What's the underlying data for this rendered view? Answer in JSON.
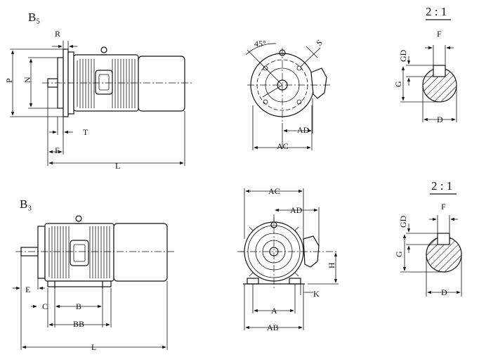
{
  "views": {
    "b5": {
      "title": "B₅",
      "labels": {
        "R": "R",
        "P": "P",
        "N": "N",
        "T": "T",
        "E": "E",
        "L": "L"
      }
    },
    "b5_end": {
      "labels": {
        "angle": "45°",
        "S": "S",
        "AD": "AD",
        "AC": "AC"
      }
    },
    "shaft_top": {
      "scale": "2 : 1",
      "labels": {
        "F": "F",
        "GD": "GD",
        "G": "G",
        "D": "D"
      }
    },
    "b3": {
      "title": "B₃",
      "labels": {
        "E": "E",
        "C": "C",
        "B": "B",
        "BB": "BB",
        "L": "L"
      }
    },
    "b3_end": {
      "labels": {
        "AC": "AC",
        "AD": "AD",
        "H": "H",
        "K": "K",
        "A": "A",
        "AB": "AB"
      }
    },
    "shaft_bottom": {
      "scale": "2 : 1",
      "labels": {
        "F": "F",
        "GD": "GD",
        "G": "G",
        "D": "D"
      }
    }
  }
}
